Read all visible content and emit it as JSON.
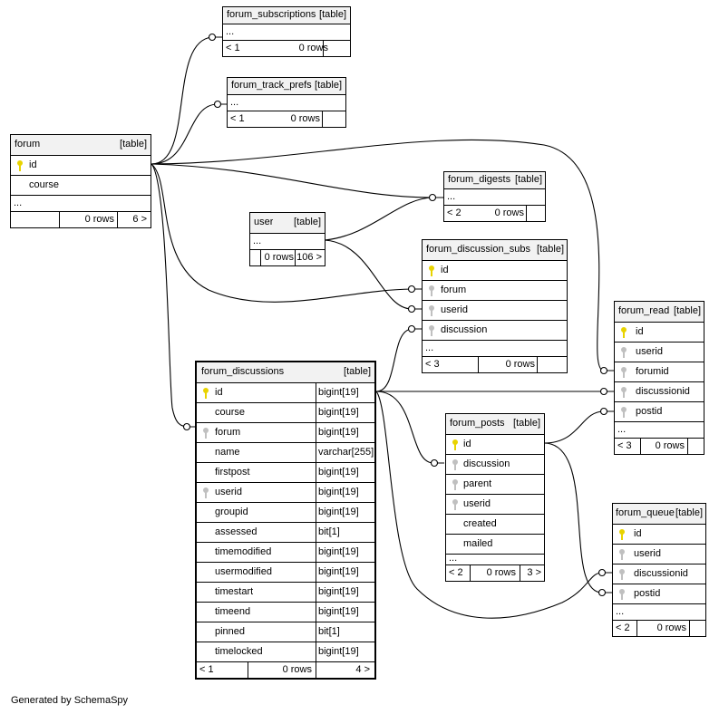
{
  "footer": "Generated by SchemaSpy",
  "tables": {
    "forum_subscriptions": {
      "name": "forum_subscriptions",
      "kind": "[table]",
      "ellipsis": "...",
      "parents": "< 1",
      "rows": "0 rows"
    },
    "forum_track_prefs": {
      "name": "forum_track_prefs",
      "kind": "[table]",
      "ellipsis": "...",
      "parents": "< 1",
      "rows": "0 rows"
    },
    "forum": {
      "name": "forum",
      "kind": "[table]",
      "columns": [
        {
          "name": "id",
          "key": "pk"
        },
        {
          "name": "course",
          "key": ""
        }
      ],
      "ellipsis": "...",
      "rows": "0 rows",
      "children": "6 >"
    },
    "forum_digests": {
      "name": "forum_digests",
      "kind": "[table]",
      "ellipsis": "...",
      "parents": "< 2",
      "rows": "0 rows"
    },
    "user": {
      "name": "user",
      "kind": "[table]",
      "ellipsis": "...",
      "rows": "0 rows",
      "children": "106 >"
    },
    "forum_discussion_subs": {
      "name": "forum_discussion_subs",
      "kind": "[table]",
      "columns": [
        {
          "name": "id",
          "key": "pk"
        },
        {
          "name": "forum",
          "key": "fk"
        },
        {
          "name": "userid",
          "key": "fk"
        },
        {
          "name": "discussion",
          "key": "fk"
        }
      ],
      "ellipsis": "...",
      "parents": "< 3",
      "rows": "0 rows"
    },
    "forum_read": {
      "name": "forum_read",
      "kind": "[table]",
      "columns": [
        {
          "name": "id",
          "key": "pk"
        },
        {
          "name": "userid",
          "key": "fk"
        },
        {
          "name": "forumid",
          "key": "fk"
        },
        {
          "name": "discussionid",
          "key": "fk"
        },
        {
          "name": "postid",
          "key": "fk"
        }
      ],
      "ellipsis": "...",
      "parents": "< 3",
      "rows": "0 rows"
    },
    "forum_discussions": {
      "name": "forum_discussions",
      "kind": "[table]",
      "columns": [
        {
          "name": "id",
          "type": "bigint[19]",
          "key": "pk"
        },
        {
          "name": "course",
          "type": "bigint[19]",
          "key": ""
        },
        {
          "name": "forum",
          "type": "bigint[19]",
          "key": "fk"
        },
        {
          "name": "name",
          "type": "varchar[255]",
          "key": ""
        },
        {
          "name": "firstpost",
          "type": "bigint[19]",
          "key": ""
        },
        {
          "name": "userid",
          "type": "bigint[19]",
          "key": "fk"
        },
        {
          "name": "groupid",
          "type": "bigint[19]",
          "key": ""
        },
        {
          "name": "assessed",
          "type": "bit[1]",
          "key": ""
        },
        {
          "name": "timemodified",
          "type": "bigint[19]",
          "key": ""
        },
        {
          "name": "usermodified",
          "type": "bigint[19]",
          "key": ""
        },
        {
          "name": "timestart",
          "type": "bigint[19]",
          "key": ""
        },
        {
          "name": "timeend",
          "type": "bigint[19]",
          "key": ""
        },
        {
          "name": "pinned",
          "type": "bit[1]",
          "key": ""
        },
        {
          "name": "timelocked",
          "type": "bigint[19]",
          "key": ""
        }
      ],
      "parents": "< 1",
      "rows": "0 rows",
      "children": "4 >"
    },
    "forum_posts": {
      "name": "forum_posts",
      "kind": "[table]",
      "columns": [
        {
          "name": "id",
          "key": "pk"
        },
        {
          "name": "discussion",
          "key": "fk"
        },
        {
          "name": "parent",
          "key": "fk"
        },
        {
          "name": "userid",
          "key": "fk"
        },
        {
          "name": "created",
          "key": ""
        },
        {
          "name": "mailed",
          "key": ""
        }
      ],
      "ellipsis": "...",
      "parents": "< 2",
      "rows": "0 rows",
      "children": "3 >"
    },
    "forum_queue": {
      "name": "forum_queue",
      "kind": "[table]",
      "columns": [
        {
          "name": "id",
          "key": "pk"
        },
        {
          "name": "userid",
          "key": "fk"
        },
        {
          "name": "discussionid",
          "key": "fk"
        },
        {
          "name": "postid",
          "key": "fk"
        }
      ],
      "ellipsis": "...",
      "parents": "< 2",
      "rows": "0 rows"
    }
  }
}
